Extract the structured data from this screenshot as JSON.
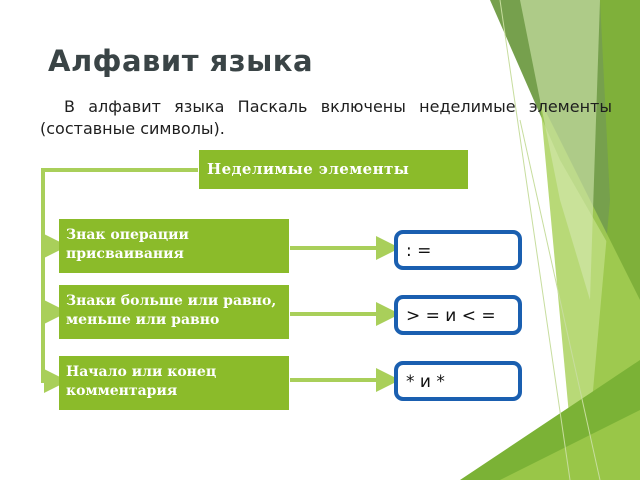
{
  "slide": {
    "title": "Алфавит языка",
    "intro": "В алфавит языка Паскаль включены неделимые элементы (составные символы)."
  },
  "diagram": {
    "header": "Неделимые элементы",
    "rows": [
      {
        "category": "Знак операции присваивания",
        "symbol": ": ="
      },
      {
        "category": "Знаки больше или равно, меньше или равно",
        "category_line1": "Знаки больше или равно,",
        "category_line2": "меньше или равно",
        "symbol": "> = и < ="
      },
      {
        "category": "Начало или конец комментария",
        "symbol": "* и *"
      }
    ]
  },
  "colors": {
    "accent_green": "#8bbb2a",
    "border_blue": "#1a5fb0",
    "title_gray": "#3a4446",
    "connector_green": "#a9cf5a"
  }
}
